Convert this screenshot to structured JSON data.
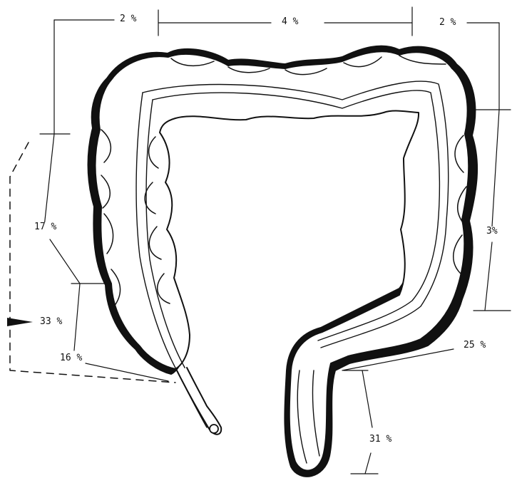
{
  "labels": {
    "cecum_left_top": "2 %",
    "transverse": "4 %",
    "splenic_top": "2 %",
    "ascending": "17 %",
    "descending": "3%",
    "right_total": "33 %",
    "cecum": "16 %",
    "sigmoid_upper": "25 %",
    "rectum": "31 %"
  },
  "colors": {
    "ink": "#111111",
    "paper": "#ffffff"
  }
}
